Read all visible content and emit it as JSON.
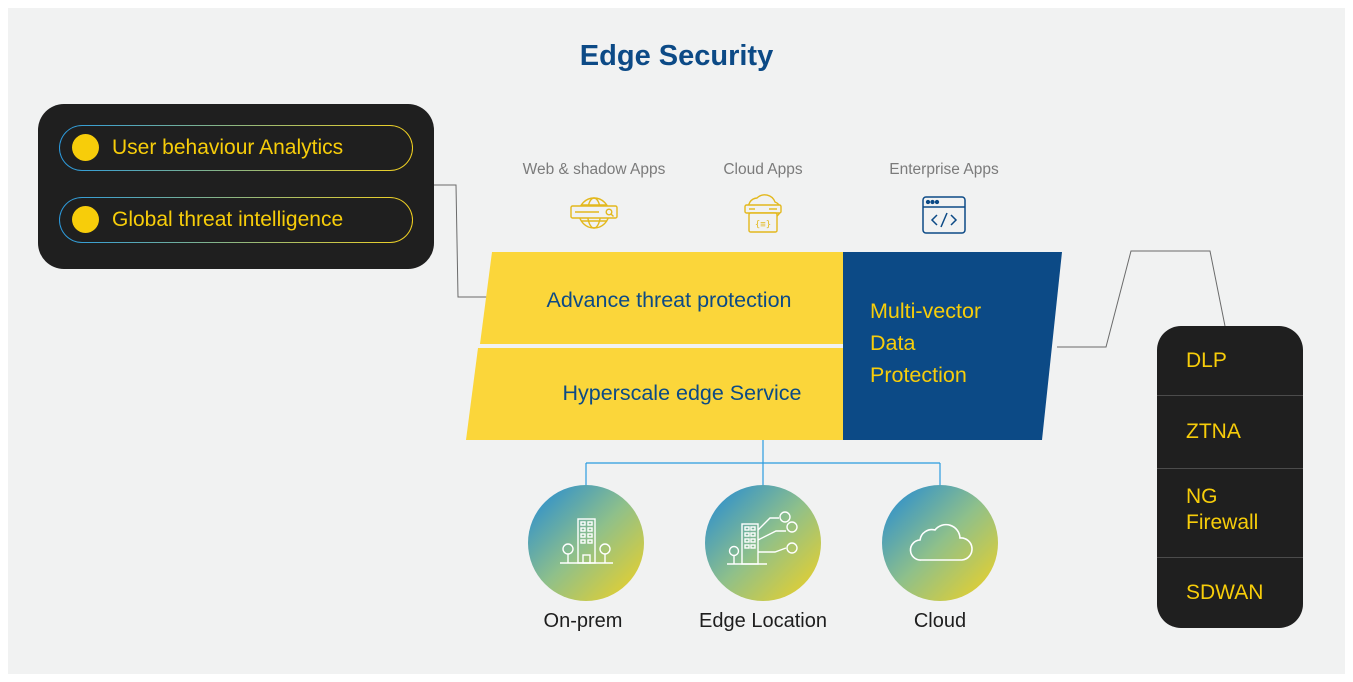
{
  "title": "Edge Security",
  "left_panel": {
    "items": [
      {
        "label": "User behaviour Analytics"
      },
      {
        "label": "Global threat intelligence"
      }
    ]
  },
  "apps": [
    {
      "label": "Web & shadow Apps",
      "icon": "globe-icon"
    },
    {
      "label": "Cloud Apps",
      "icon": "cloud-app-icon"
    },
    {
      "label": "Enterprise Apps",
      "icon": "code-window-icon"
    }
  ],
  "center_block": {
    "top": "Advance threat protection",
    "bottom": "Hyperscale edge Service",
    "right_lines": [
      "Multi-vector",
      "Data",
      "Protection"
    ]
  },
  "right_panel": {
    "items": [
      "DLP",
      "ZTNA",
      "NG",
      "Firewall",
      "SDWAN"
    ]
  },
  "locations": [
    {
      "label": "On-prem",
      "icon": "building-icon"
    },
    {
      "label": "Edge Location",
      "icon": "building-users-icon"
    },
    {
      "label": "Cloud",
      "icon": "cloud-icon"
    }
  ],
  "colors": {
    "title": "#0c4a86",
    "yellow": "#fbd63a",
    "navy": "#0c4a86",
    "accent_text": "#f7cd0a",
    "dark_panel": "#1f1f1f",
    "gradient_start": "#1e88d8",
    "gradient_end": "#f4d21f"
  }
}
